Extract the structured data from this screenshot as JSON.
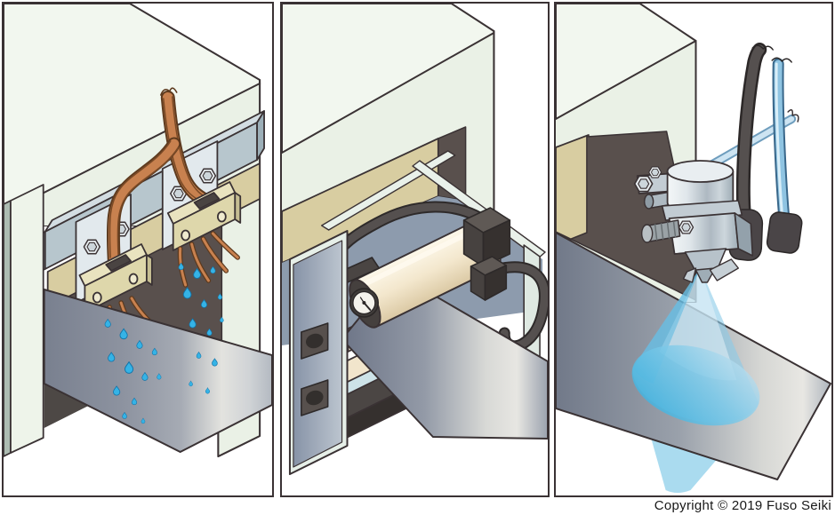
{
  "window": {
    "background": "#ffffff",
    "panel_border": "#3a3234",
    "panel_count": 3
  },
  "footer": {
    "copyright": "Copyright © 2019 Fuso Seiki"
  },
  "diagram": {
    "type": "technical-illustration",
    "subject": "three-liquid-coating-methods-on-metal-sheet",
    "panels": [
      {
        "name": "drip-tube-coating",
        "elements": [
          "machine-body",
          "mounting-rail",
          "support-post",
          "bracket-plate",
          "hex-bolts",
          "copper-tube-bundle",
          "manifold-block",
          "tube-tips",
          "liquid-droplets",
          "metal-sheet",
          "shadow-wedge"
        ]
      },
      {
        "name": "roller-coating",
        "elements": [
          "machine-body",
          "tan-liner",
          "interior-cavity",
          "coater-frame",
          "coating-roller",
          "pressure-gauge",
          "feed-hose",
          "hose-loop",
          "bearing-blocks",
          "adjuster-knobs",
          "drip-tray",
          "base-plate",
          "metal-sheet"
        ]
      },
      {
        "name": "spray-coating",
        "elements": [
          "machine-body",
          "tan-liner",
          "spray-gun",
          "mounting-bracket",
          "hex-bolts",
          "knurled-knob",
          "nozzle",
          "air-hose-dark",
          "fluid-hose-blue",
          "supply-pipe",
          "spray-cone",
          "spray-footprint",
          "metal-sheet"
        ]
      }
    ],
    "colors": {
      "outline": "#3a3234",
      "machine_mint": "#f2f7ef",
      "machine_shade": "#eaf1e6",
      "rail_blue": "#b7c6cd",
      "tan_panel": "#d8cda1",
      "opening_dark": "#59504d",
      "copper": "#c8814f",
      "droplet_blue": "#35b3e6",
      "sheet_dark": "#6d7587",
      "sheet_light": "#e7e6e2",
      "roller_cream": "#f3e7cd",
      "interior_blue": "#8d9bad",
      "hose_dark": "#55504f",
      "hose_blue": "#8fc4e2",
      "spray_blue": "#8ccbe8",
      "metal_gray": "#aeb9c2"
    }
  }
}
